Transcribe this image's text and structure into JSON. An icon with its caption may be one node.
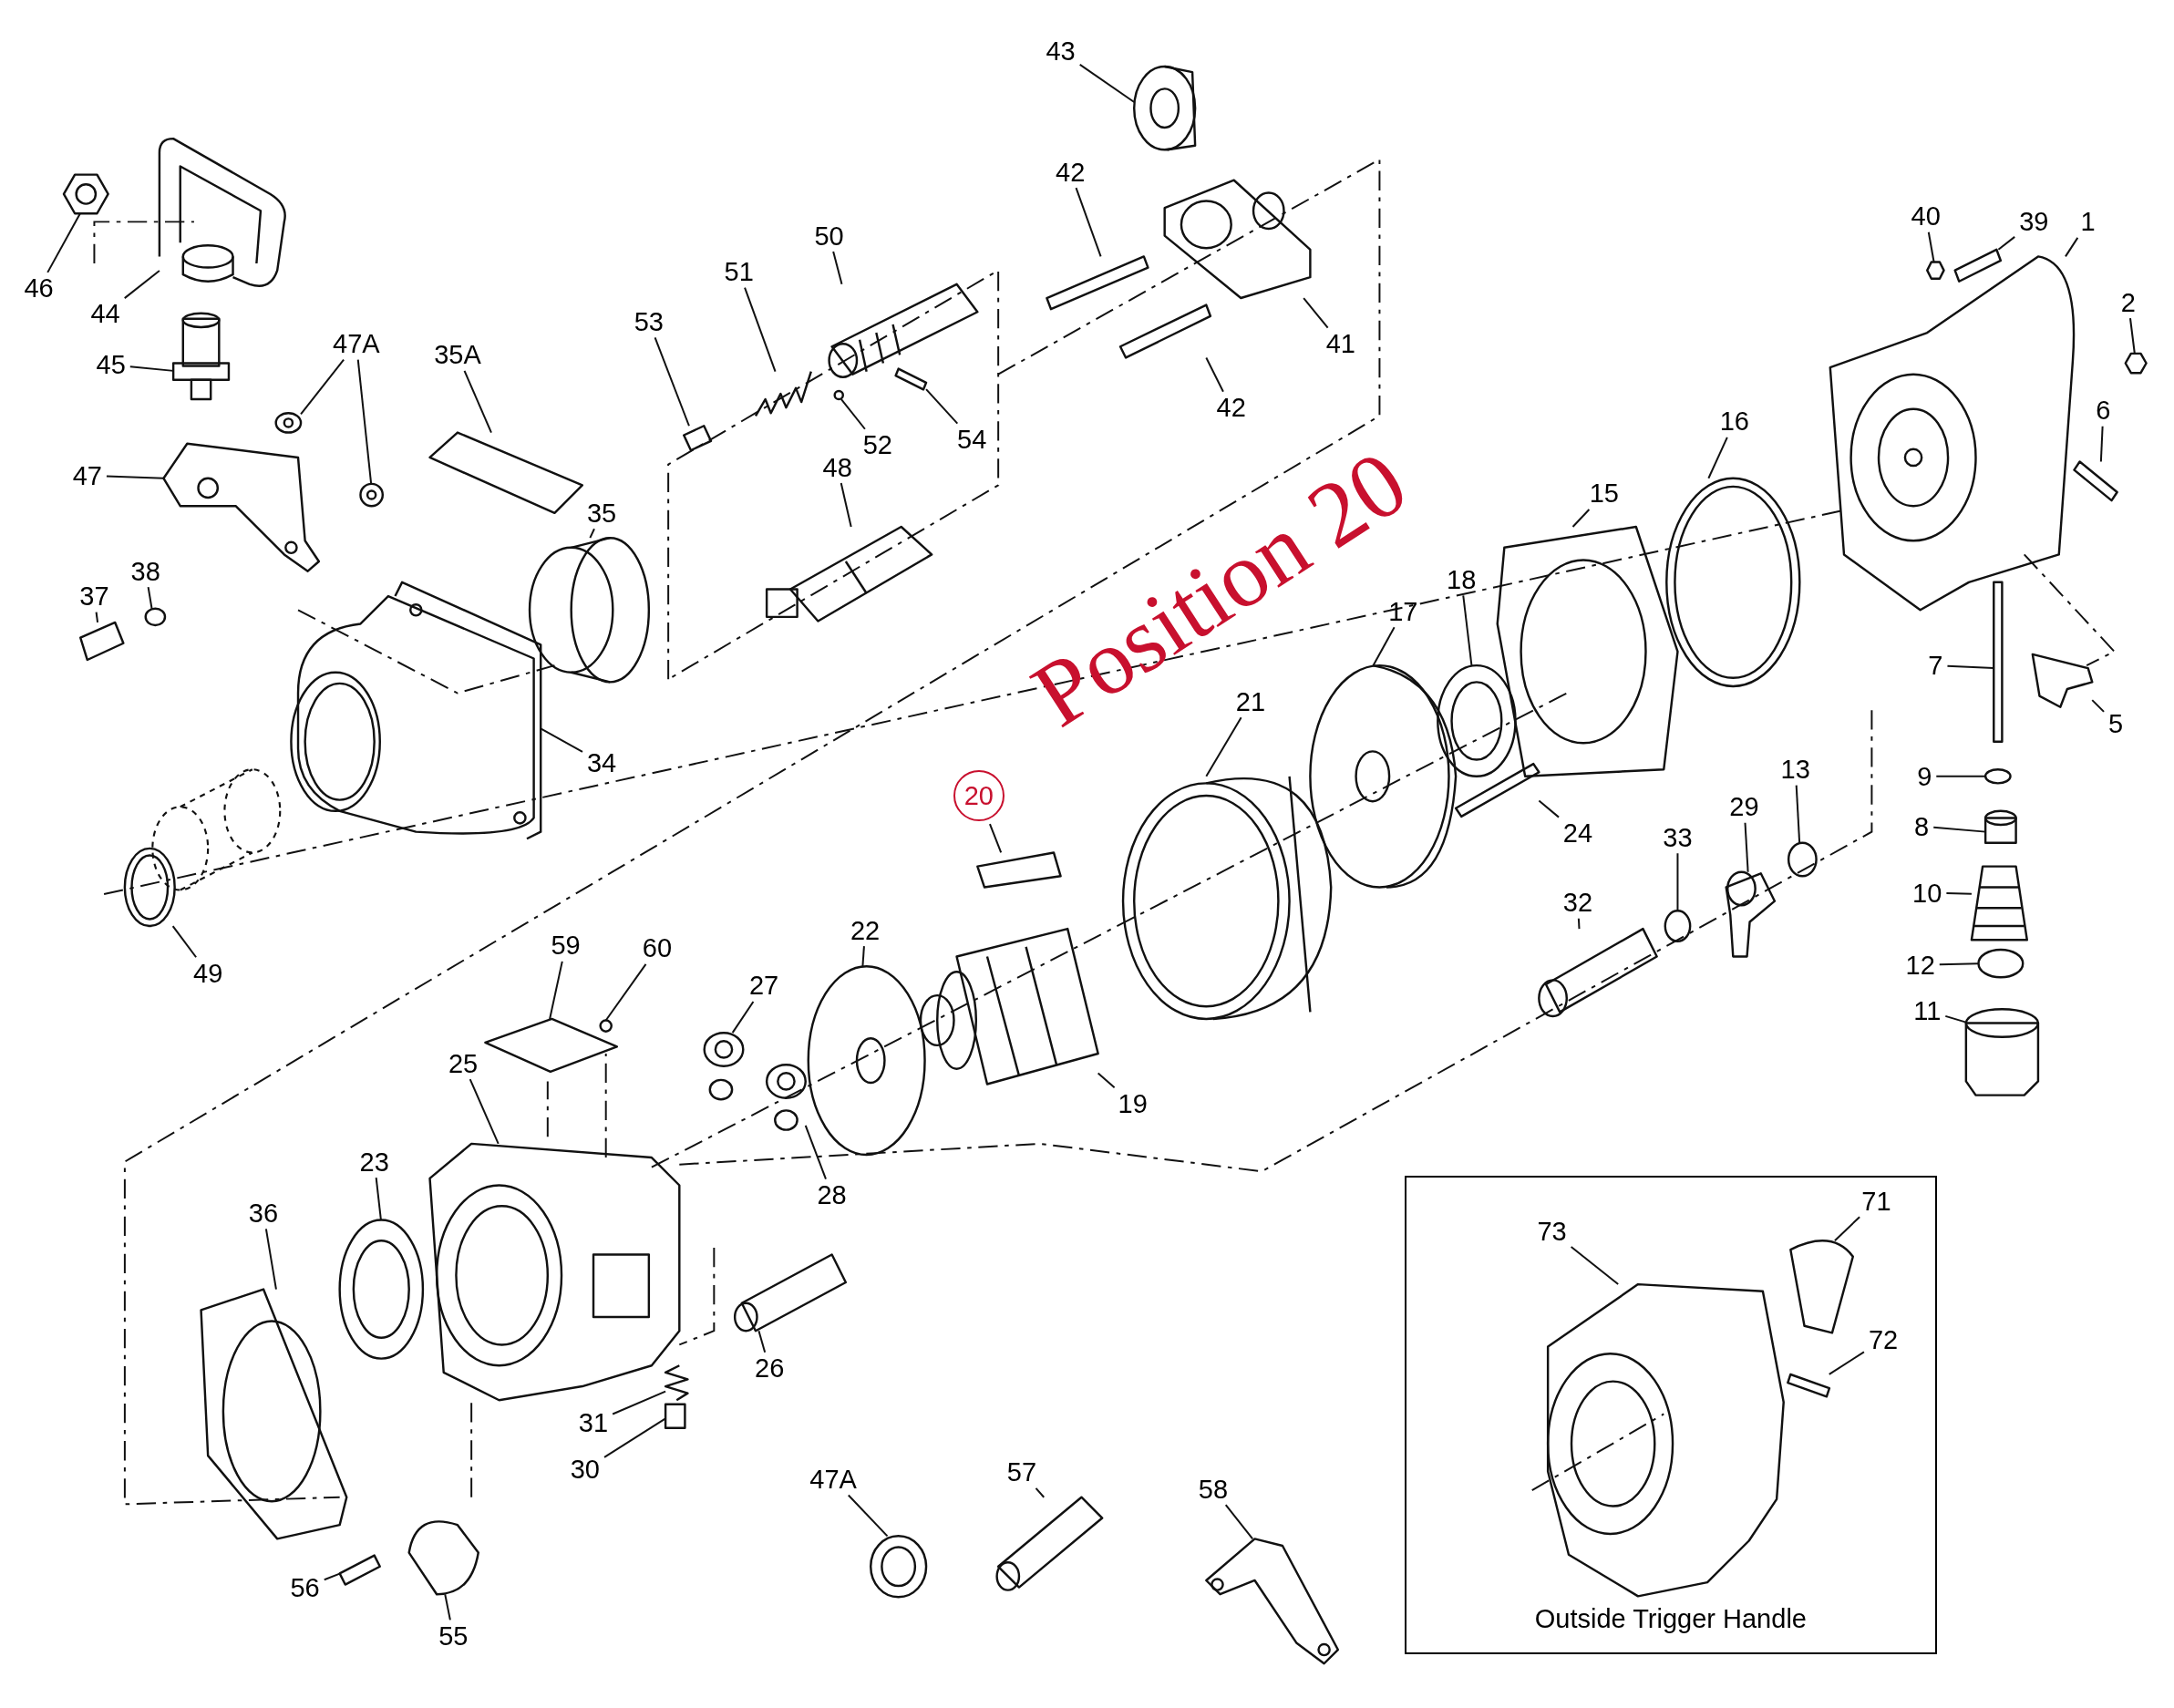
{
  "diagram": {
    "nodes": [
      {
        "text": [
          "46"
        ]
      },
      {
        "text": [
          "44"
        ]
      },
      {
        "text": [
          "45"
        ]
      },
      {
        "text": [
          "47A"
        ]
      },
      {
        "text": [
          "35A"
        ]
      },
      {
        "text": [
          "47"
        ]
      },
      {
        "text": [
          "37"
        ]
      },
      {
        "text": [
          "38"
        ]
      },
      {
        "text": [
          "53"
        ]
      },
      {
        "text": [
          "51"
        ]
      },
      {
        "text": [
          "50"
        ]
      },
      {
        "text": [
          "52"
        ]
      },
      {
        "text": [
          "54"
        ]
      },
      {
        "text": [
          "48"
        ]
      },
      {
        "text": [
          "43"
        ]
      },
      {
        "text": [
          "42"
        ]
      },
      {
        "text": [
          "42"
        ]
      },
      {
        "text": [
          "41"
        ]
      },
      {
        "text": [
          "35"
        ]
      },
      {
        "text": [
          "34"
        ]
      },
      {
        "text": [
          "49"
        ]
      },
      {
        "text": [
          "40"
        ]
      },
      {
        "text": [
          "39"
        ]
      },
      {
        "text": [
          "1"
        ]
      },
      {
        "text": [
          "2"
        ]
      },
      {
        "text": [
          "6"
        ]
      },
      {
        "text": [
          "16"
        ]
      },
      {
        "text": [
          "15"
        ]
      },
      {
        "text": [
          "18"
        ]
      },
      {
        "text": [
          "17"
        ]
      },
      {
        "text": [
          "21"
        ]
      },
      {
        "text": [
          "20"
        ]
      },
      {
        "text": [
          "7"
        ]
      },
      {
        "text": [
          "5"
        ]
      },
      {
        "text": [
          "9"
        ]
      },
      {
        "text": [
          "13"
        ]
      },
      {
        "text": [
          "29"
        ]
      },
      {
        "text": [
          "33"
        ]
      },
      {
        "text": [
          "24"
        ]
      },
      {
        "text": [
          "8"
        ]
      },
      {
        "text": [
          "10"
        ]
      },
      {
        "text": [
          "12"
        ]
      },
      {
        "text": [
          "11"
        ]
      },
      {
        "text": [
          "32"
        ]
      },
      {
        "text": [
          "22"
        ]
      },
      {
        "text": [
          "27"
        ]
      },
      {
        "text": [
          "19"
        ]
      },
      {
        "text": [
          "59"
        ]
      },
      {
        "text": [
          "60"
        ]
      },
      {
        "text": [
          "25"
        ]
      },
      {
        "text": [
          "28"
        ]
      },
      {
        "text": [
          "23"
        ]
      },
      {
        "text": [
          "36"
        ]
      },
      {
        "text": [
          "26"
        ]
      },
      {
        "text": [
          "31"
        ]
      },
      {
        "text": [
          "30"
        ]
      },
      {
        "text": [
          "56"
        ]
      },
      {
        "text": [
          "55"
        ]
      },
      {
        "text": [
          "47A"
        ]
      },
      {
        "text": [
          "57"
        ]
      },
      {
        "text": [
          "58"
        ]
      },
      {
        "text": [
          "Outside Trigger Handle"
        ]
      },
      {
        "text": [
          "73"
        ],
        "in": 61
      },
      {
        "text": [
          "71"
        ],
        "in": 61
      },
      {
        "text": [
          "72"
        ],
        "in": 61
      },
      {
        "text": [],
        "shape": "picture"
      },
      {
        "text": [],
        "shape": "picture"
      },
      {
        "text": [],
        "shape": "picture"
      },
      {
        "text": [],
        "shape": "picture"
      },
      {
        "text": [],
        "shape": "picture"
      },
      {
        "text": [],
        "shape": "picture"
      },
      {
        "text": [],
        "shape": "picture"
      },
      {
        "text": [],
        "shape": "picture"
      },
      {
        "text": [],
        "shape": "circle"
      },
      {
        "text": [],
        "shape": "box"
      },
      {
        "text": [],
        "shape": "picture"
      },
      {
        "text": [],
        "shape": "picture"
      },
      {
        "text": [],
        "shape": "circle"
      },
      {
        "text": [],
        "shape": "picture"
      },
      {
        "text": [],
        "shape": "picture"
      },
      {
        "text": [],
        "shape": "picture"
      },
      {
        "text": [],
        "shape": "bar"
      },
      {
        "text": [],
        "shape": "bar"
      },
      {
        "text": [],
        "shape": "picture"
      },
      {
        "text": [],
        "shape": "picture"
      },
      {
        "text": [],
        "shape": "picture"
      },
      {
        "text": [],
        "shape": "picture"
      },
      {
        "text": [],
        "shape": "picture"
      },
      {
        "text": [],
        "shape": "picture"
      },
      {
        "text": [],
        "shape": "picture"
      },
      {
        "text": [],
        "shape": "picture"
      },
      {
        "text": [],
        "shape": "picture"
      },
      {
        "text": [],
        "shape": "picture"
      },
      {
        "text": [],
        "shape": "picture"
      },
      {
        "text": [],
        "shape": "picture"
      },
      {
        "text": [],
        "shape": "picture"
      },
      {
        "text": [],
        "shape": "picture"
      },
      {
        "text": [],
        "shape": "picture"
      },
      {
        "text": [],
        "shape": "bar"
      },
      {
        "text": [],
        "shape": "picture"
      },
      {
        "text": [],
        "shape": "circle"
      },
      {
        "text": [],
        "shape": "circle"
      },
      {
        "text": [],
        "shape": "picture"
      },
      {
        "text": [],
        "shape": "circle"
      },
      {
        "text": [],
        "shape": "bar"
      },
      {
        "text": [],
        "shape": "cylinder"
      },
      {
        "text": [],
        "shape": "picture"
      },
      {
        "text": [],
        "shape": "circle"
      },
      {
        "text": [],
        "shape": "picture"
      },
      {
        "text": [],
        "shape": "picture"
      },
      {
        "text": [],
        "shape": "picture"
      },
      {
        "text": [],
        "shape": "picture"
      },
      {
        "text": [],
        "shape": "picture"
      },
      {
        "text": [],
        "shape": "picture"
      },
      {
        "text": [],
        "shape": "circle"
      },
      {
        "text": [],
        "shape": "picture"
      },
      {
        "text": [],
        "shape": "picture"
      },
      {
        "text": [],
        "shape": "picture"
      },
      {
        "text": [],
        "shape": "picture"
      },
      {
        "text": [],
        "shape": "picture"
      },
      {
        "text": [],
        "shape": "picture"
      },
      {
        "text": [],
        "shape": "box"
      },
      {
        "text": [],
        "shape": "picture"
      },
      {
        "text": [],
        "shape": "picture"
      },
      {
        "text": [],
        "shape": "picture"
      },
      {
        "text": [],
        "shape": "picture"
      },
      {
        "text": [],
        "shape": "picture"
      },
      {
        "text": [],
        "shape": "picture",
        "in": 61
      },
      {
        "text": [],
        "shape": "picture",
        "in": 61
      },
      {
        "text": [],
        "shape": "bar",
        "in": 61
      }
    ],
    "edges": [
      {
        "from": 0,
        "to": 65,
        "arrow": "none"
      },
      {
        "from": 1,
        "to": 66,
        "arrow": "none"
      },
      {
        "from": 2,
        "to": 67,
        "arrow": "none"
      },
      {
        "from": 3,
        "to": 68,
        "arrow": "none"
      },
      {
        "from": 3,
        "to": 69,
        "arrow": "none"
      },
      {
        "from": 4,
        "to": 70,
        "arrow": "none"
      },
      {
        "from": 5,
        "to": 71,
        "arrow": "none"
      },
      {
        "from": 6,
        "to": 72,
        "arrow": "none"
      },
      {
        "from": 7,
        "to": 73,
        "arrow": "none"
      },
      {
        "from": 8,
        "to": 74,
        "arrow": "none"
      },
      {
        "from": 9,
        "to": 75,
        "arrow": "none"
      },
      {
        "from": 10,
        "to": 76,
        "arrow": "none"
      },
      {
        "from": 11,
        "to": 77,
        "arrow": "none"
      },
      {
        "from": 12,
        "to": 78,
        "arrow": "none"
      },
      {
        "from": 13,
        "to": 79,
        "arrow": "none"
      },
      {
        "from": 14,
        "to": 80,
        "arrow": "none"
      },
      {
        "from": 15,
        "to": 81,
        "arrow": "none"
      },
      {
        "from": 16,
        "to": 82,
        "arrow": "none"
      },
      {
        "from": 17,
        "to": 83,
        "arrow": "none"
      },
      {
        "from": 18,
        "to": 84,
        "arrow": "none"
      },
      {
        "from": 19,
        "to": 85,
        "arrow": "none"
      },
      {
        "from": 20,
        "to": 86,
        "arrow": "none"
      },
      {
        "from": 21,
        "to": 87,
        "arrow": "none"
      },
      {
        "from": 22,
        "to": 88,
        "arrow": "none"
      },
      {
        "from": 23,
        "to": 89,
        "arrow": "none"
      },
      {
        "from": 24,
        "to": 90,
        "arrow": "none"
      },
      {
        "from": 25,
        "to": 91,
        "arrow": "none"
      },
      {
        "from": 26,
        "to": 92,
        "arrow": "none"
      },
      {
        "from": 27,
        "to": 93,
        "arrow": "none"
      },
      {
        "from": 28,
        "to": 94,
        "arrow": "none"
      },
      {
        "from": 29,
        "to": 95,
        "arrow": "none"
      },
      {
        "from": 30,
        "to": 96,
        "arrow": "none"
      },
      {
        "from": 31,
        "to": 97,
        "arrow": "none"
      },
      {
        "from": 32,
        "to": 98,
        "arrow": "none"
      },
      {
        "from": 33,
        "to": 99,
        "arrow": "none"
      },
      {
        "from": 34,
        "to": 100,
        "arrow": "none"
      },
      {
        "from": 35,
        "to": 101,
        "arrow": "none"
      },
      {
        "from": 36,
        "to": 102,
        "arrow": "none"
      },
      {
        "from": 37,
        "to": 103,
        "arrow": "none"
      },
      {
        "from": 38,
        "to": 104,
        "arrow": "none"
      },
      {
        "from": 39,
        "to": 105,
        "arrow": "none"
      },
      {
        "from": 40,
        "to": 106,
        "arrow": "none"
      },
      {
        "from": 41,
        "to": 107,
        "arrow": "none"
      },
      {
        "from": 42,
        "to": 108,
        "arrow": "none"
      },
      {
        "from": 43,
        "to": 109,
        "arrow": "none"
      },
      {
        "from": 44,
        "to": 110,
        "arrow": "none"
      },
      {
        "from": 45,
        "to": 111,
        "arrow": "none"
      },
      {
        "from": 46,
        "to": 112,
        "arrow": "none"
      },
      {
        "from": 47,
        "to": 113,
        "arrow": "none"
      },
      {
        "from": 48,
        "to": 114,
        "arrow": "none"
      },
      {
        "from": 49,
        "to": 115,
        "arrow": "none"
      },
      {
        "from": 50,
        "to": 116,
        "arrow": "none"
      },
      {
        "from": 51,
        "to": 117,
        "arrow": "none"
      },
      {
        "from": 52,
        "to": 118,
        "arrow": "none"
      },
      {
        "from": 53,
        "to": 119,
        "arrow": "none"
      },
      {
        "from": 54,
        "to": 120,
        "arrow": "none"
      },
      {
        "from": 55,
        "to": 121,
        "arrow": "none"
      },
      {
        "from": 56,
        "to": 122,
        "arrow": "none"
      },
      {
        "from": 57,
        "to": 123,
        "arrow": "none"
      },
      {
        "from": 58,
        "to": 124,
        "arrow": "none"
      },
      {
        "from": 59,
        "to": 125,
        "arrow": "none"
      },
      {
        "from": 60,
        "to": 126,
        "arrow": "none"
      },
      {
        "from": 62,
        "to": 127,
        "arrow": "none"
      },
      {
        "from": 63,
        "to": 128,
        "arrow": "none"
      },
      {
        "from": 64,
        "to": 129,
        "arrow": "none"
      }
    ],
    "labels": [
      "Position 20"
    ]
  }
}
